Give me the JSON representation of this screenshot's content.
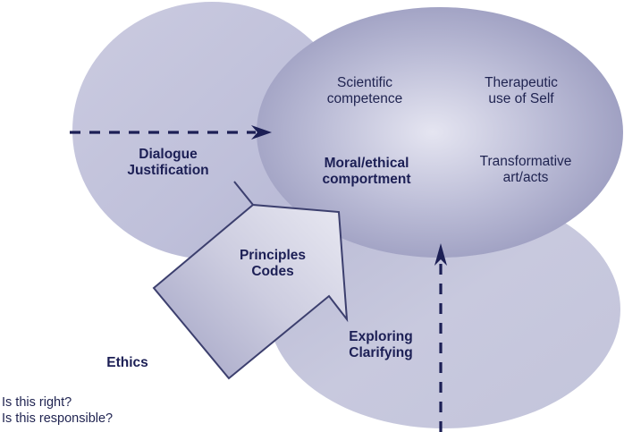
{
  "diagram": {
    "type": "ethics-concept-diagram",
    "colors": {
      "navy": "#1c1f55",
      "ellipse_light": "#c4c5dc",
      "ellipse_center_dark": "#9e9fc2",
      "ellipse_center_light": "#e4e4f0",
      "arrow_fill_light": "#e6e6f0",
      "arrow_fill_dark": "#a7a8c8",
      "arrow_stroke": "#3c3f6e"
    },
    "regions": {
      "left_ellipse": {
        "label_lines": [
          "Dialogue",
          "Justification"
        ]
      },
      "bottom_ellipse": {
        "label_lines": [
          "Exploring",
          "Clarifying"
        ]
      },
      "center_ellipse": {
        "quadrants": [
          {
            "id": "scientific",
            "lines": [
              "Scientific",
              "competence"
            ],
            "bold": false
          },
          {
            "id": "therapeutic",
            "lines": [
              "Therapeutic",
              "use of Self"
            ],
            "bold": false
          },
          {
            "id": "moral",
            "lines": [
              "Moral/ethical",
              "comportment"
            ],
            "bold": true
          },
          {
            "id": "transformative",
            "lines": [
              "Transformative",
              "art/acts"
            ],
            "bold": false
          }
        ]
      }
    },
    "big_arrow": {
      "label_lines": [
        "Principles",
        "Codes"
      ]
    },
    "arrows": [
      {
        "id": "horizontal-dashed",
        "direction": "right",
        "style": "dashed"
      },
      {
        "id": "vertical-dashed",
        "direction": "up",
        "style": "dashed"
      }
    ],
    "ethics_label": "Ethics",
    "questions": [
      "Is this right?",
      "Is this responsible?"
    ]
  }
}
